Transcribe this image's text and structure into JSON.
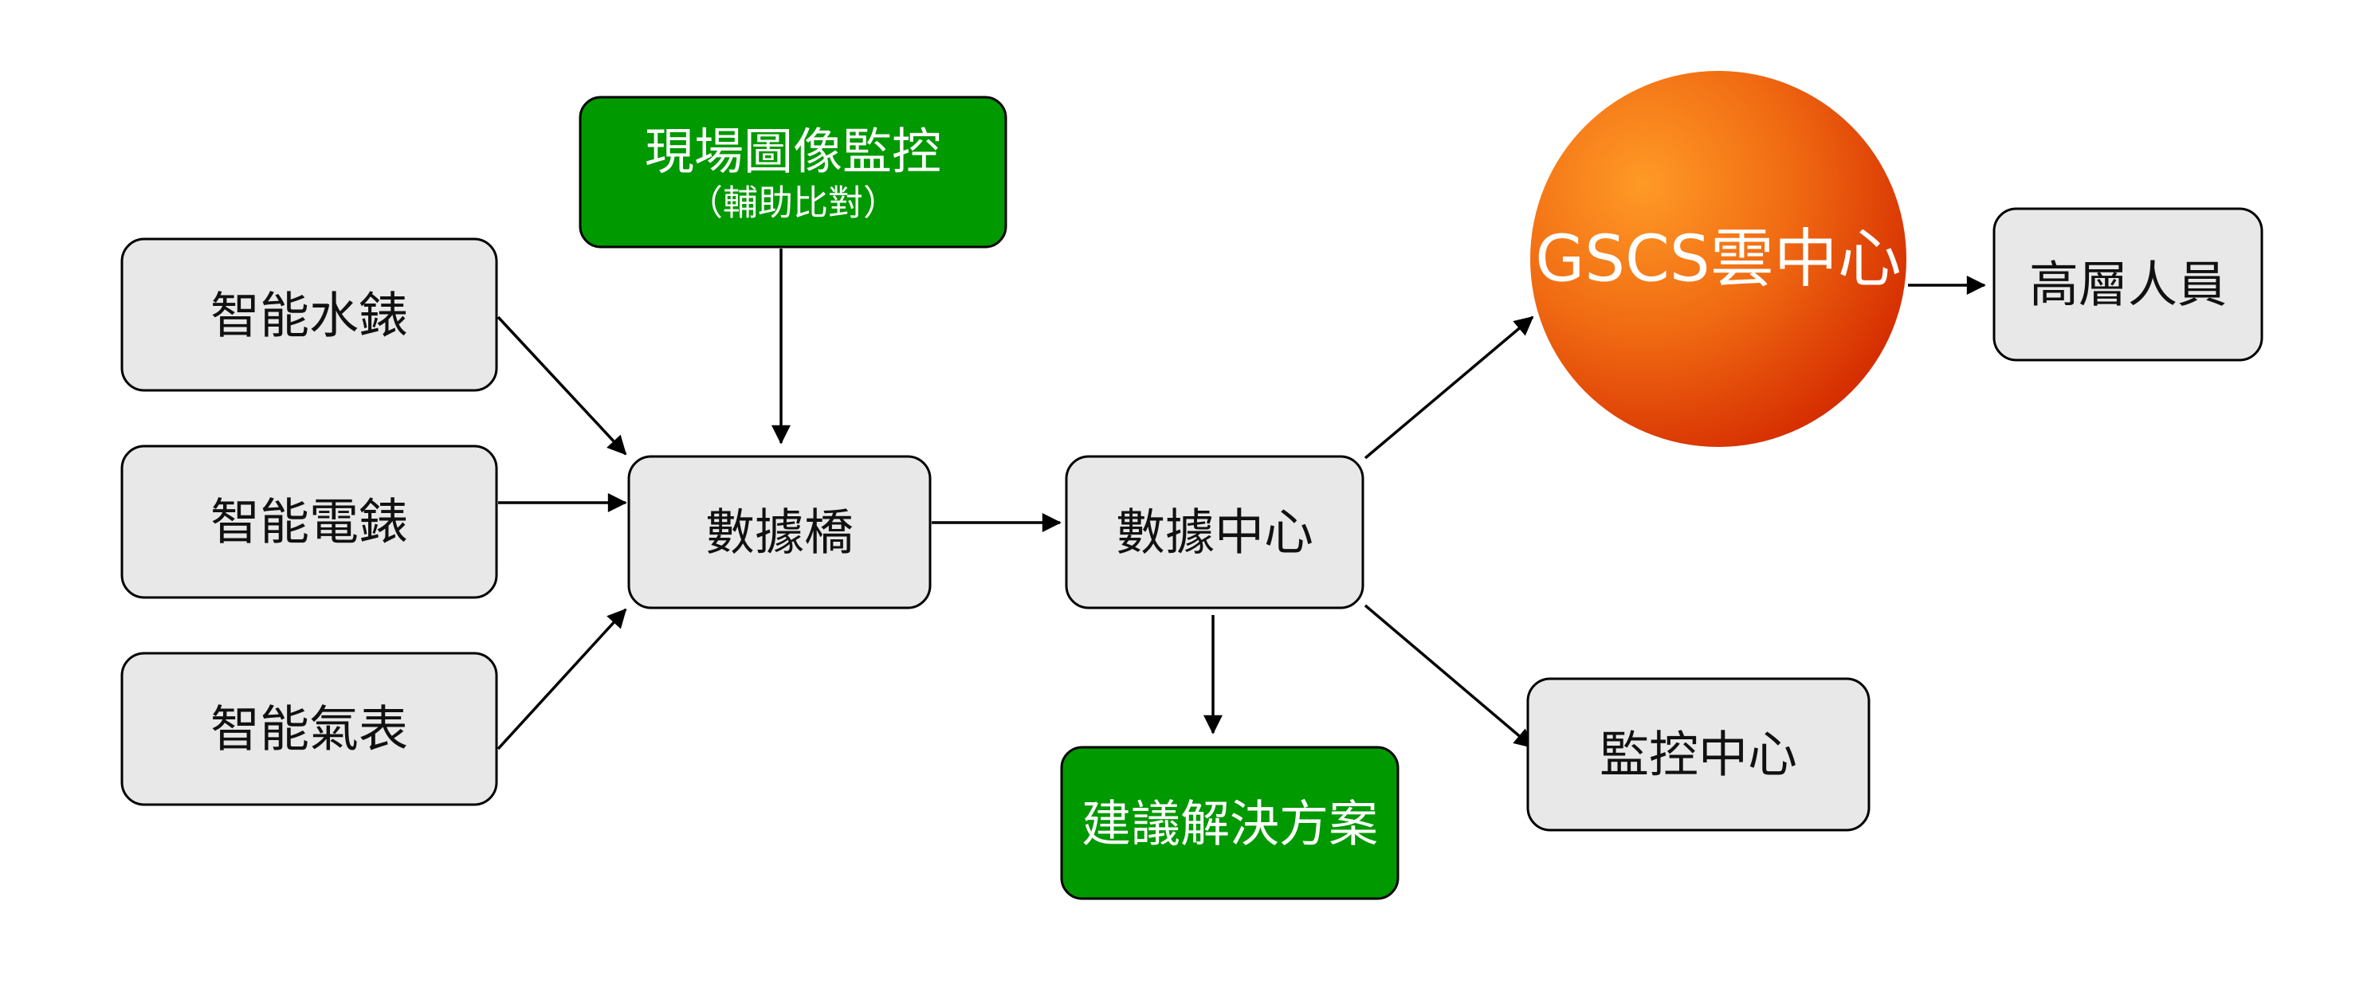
{
  "nodes": {
    "water_meter": "智能水錶",
    "electric_meter": "智能電錶",
    "gas_meter": "智能氣表",
    "onsite_monitor_title": "現場圖像監控",
    "onsite_monitor_sub": "（輔助比對）",
    "data_bridge": "數據橋",
    "data_center": "數據中心",
    "cloud_center": "GSCS雲中心",
    "senior_staff": "高層人員",
    "monitor_center": "監控中心",
    "solutions": "建議解決方案"
  },
  "colors": {
    "node_gray": "#e8e8e8",
    "node_green": "#009900",
    "cloud_orange": "#f5721a",
    "cloud_red": "#d42a00",
    "edge": "#000000"
  }
}
